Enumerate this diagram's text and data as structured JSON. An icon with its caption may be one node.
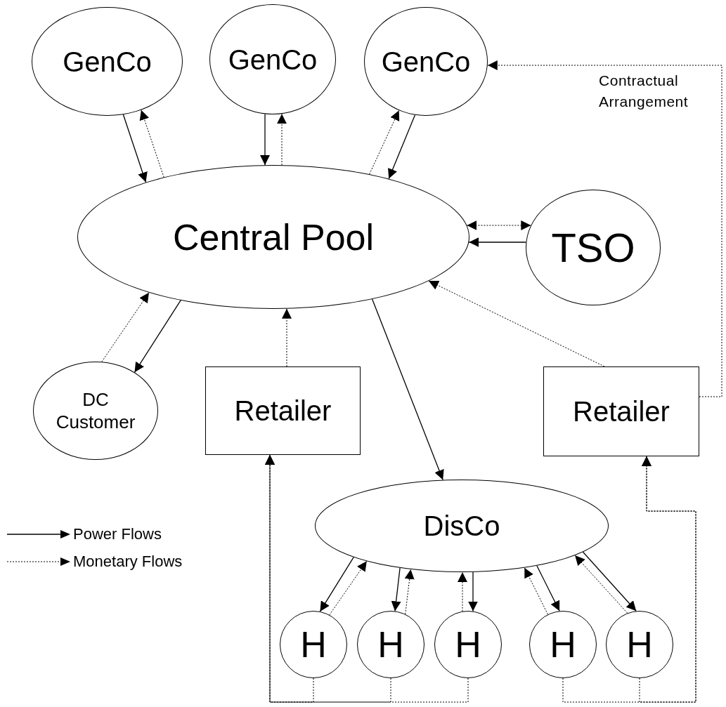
{
  "diagram": {
    "nodes": [
      {
        "text": [
          "GenCo"
        ]
      },
      {
        "text": [
          "GenCo"
        ]
      },
      {
        "text": [
          "GenCo"
        ]
      },
      {
        "text": [
          "Central Pool"
        ]
      },
      {
        "text": [
          "TSO"
        ]
      },
      {
        "text": [
          "DC Customer"
        ]
      },
      {
        "text": [
          "Retailer"
        ]
      },
      {
        "text": [
          "Retailer"
        ]
      },
      {
        "text": [
          "DisCo"
        ]
      },
      {
        "text": [
          "H"
        ]
      },
      {
        "text": [
          "H"
        ]
      },
      {
        "text": [
          "H"
        ]
      },
      {
        "text": [
          "H"
        ]
      },
      {
        "text": [
          "H"
        ]
      }
    ],
    "edges": [
      {
        "from": 0,
        "to": 3,
        "arrow": "to"
      },
      {
        "from": 3,
        "to": 0,
        "arrow": "to",
        "style": "dashed"
      },
      {
        "from": 1,
        "to": 3,
        "arrow": "to"
      },
      {
        "from": 3,
        "to": 1,
        "arrow": "to",
        "style": "dashed"
      },
      {
        "from": 2,
        "to": 3,
        "arrow": "to"
      },
      {
        "from": 3,
        "to": 2,
        "arrow": "to",
        "style": "dashed"
      },
      {
        "from": 3,
        "to": 4,
        "arrow": "both",
        "style": "dashed"
      },
      {
        "from": 4,
        "to": 3,
        "arrow": "to"
      },
      {
        "from": 7,
        "to": 3,
        "arrow": "to",
        "style": "dashed"
      },
      {
        "from": 5,
        "to": 3,
        "arrow": "to",
        "style": "dashed"
      },
      {
        "from": 3,
        "to": 5,
        "arrow": "to"
      },
      {
        "from": 6,
        "to": 3,
        "arrow": "to",
        "style": "dashed"
      },
      {
        "from": 3,
        "to": 8,
        "arrow": "to"
      },
      {
        "from": 7,
        "to": 2,
        "arrow": "to",
        "style": "dashed",
        "label": "Contractual Arrangement"
      },
      {
        "from": 8,
        "to": 9,
        "arrow": "to"
      },
      {
        "from": 9,
        "to": 8,
        "arrow": "to",
        "style": "dashed"
      },
      {
        "from": 8,
        "to": 10,
        "arrow": "to"
      },
      {
        "from": 10,
        "to": 8,
        "arrow": "to",
        "style": "dashed"
      },
      {
        "from": 11,
        "to": 8,
        "arrow": "to",
        "style": "dashed"
      },
      {
        "from": 8,
        "to": 11,
        "arrow": "to"
      },
      {
        "from": 12,
        "to": 8,
        "arrow": "to",
        "style": "dashed"
      },
      {
        "from": 8,
        "to": 12,
        "arrow": "to"
      },
      {
        "from": 13,
        "to": 8,
        "arrow": "to",
        "style": "dashed"
      },
      {
        "from": 8,
        "to": 13,
        "arrow": "to"
      },
      {
        "from": 9,
        "to": 6,
        "arrow": "to",
        "style": "dashed"
      },
      {
        "from": 10,
        "to": 6,
        "arrow": "to",
        "style": "dashed"
      },
      {
        "from": 11,
        "to": 6,
        "arrow": "to",
        "style": "dashed"
      },
      {
        "from": 12,
        "to": 7,
        "arrow": "to",
        "style": "dashed"
      },
      {
        "from": 13,
        "to": 7,
        "arrow": "to",
        "style": "dashed"
      }
    ],
    "legend": [
      {
        "text": "Power Flows"
      },
      {
        "text": "Monetary Flows"
      }
    ]
  }
}
